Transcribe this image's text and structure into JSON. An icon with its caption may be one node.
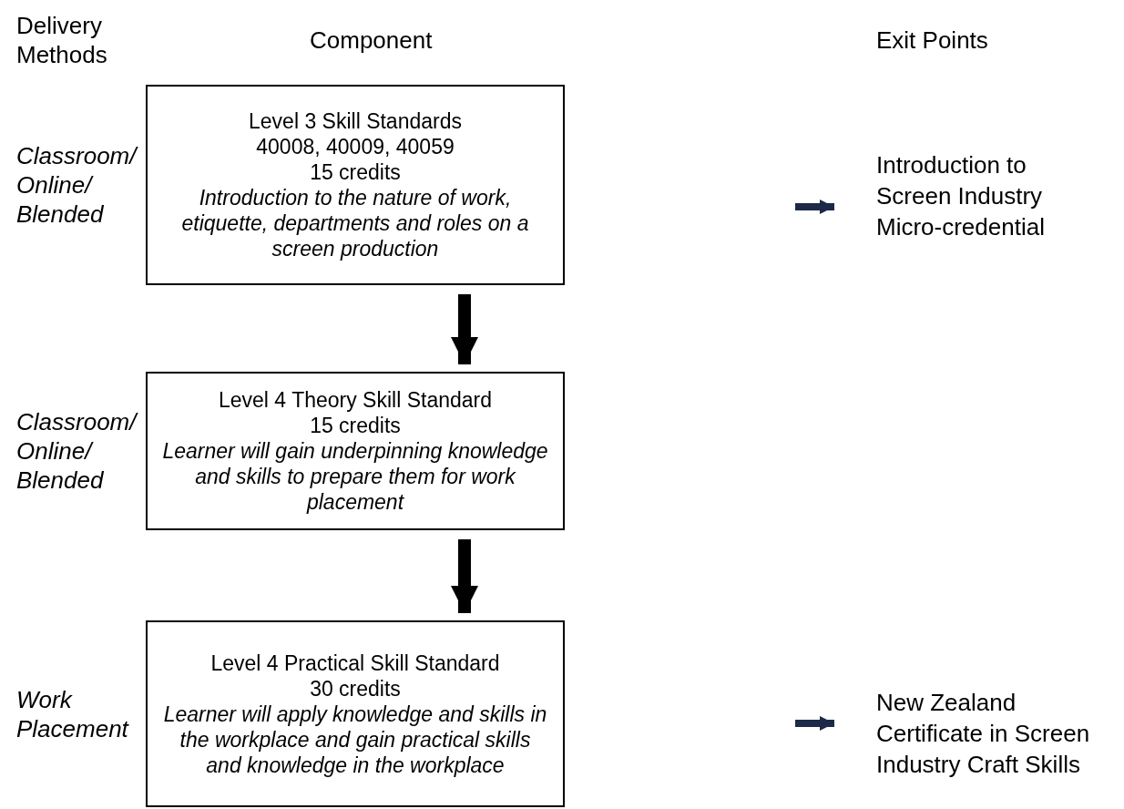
{
  "diagram": {
    "nodes": [
      {
        "text": [
          "Level 3 Skill Standards",
          "40008, 40009, 40059",
          "15 credits",
          "Introduction to the nature of work, etiquette, departments and roles on a screen production"
        ],
        "beside": [
          "Classroom/ Online/ Blended"
        ]
      },
      {
        "text": [
          "Level 4 Theory Skill Standard",
          "15 credits",
          "Learner will gain underpinning knowledge and skills to prepare them for work placement"
        ],
        "beside": [
          "Classroom/ Online/ Blended"
        ]
      },
      {
        "text": [
          "Level 4 Practical Skill Standard",
          "30 credits",
          "Learner will apply knowledge and skills in the workplace and gain practical skills and knowledge in the workplace"
        ],
        "beside": [
          "Work Placement"
        ]
      },
      {
        "text": [
          "Introduction to Screen Industry Micro-credential"
        ]
      },
      {
        "text": [
          "New Zealand Certificate in Screen Industry Craft Skills"
        ]
      }
    ],
    "edges": [
      {
        "from": 0,
        "to": 1,
        "arrow": "to"
      },
      {
        "from": 1,
        "to": 2,
        "arrow": "to"
      },
      {
        "from": null,
        "to": 3,
        "arrow": "to",
        "color": "#1c2a48"
      },
      {
        "from": null,
        "to": 4,
        "arrow": "to",
        "color": "#1c2a48"
      }
    ],
    "labels": [
      "Delivery Methods",
      "Component",
      "Exit Points"
    ]
  }
}
